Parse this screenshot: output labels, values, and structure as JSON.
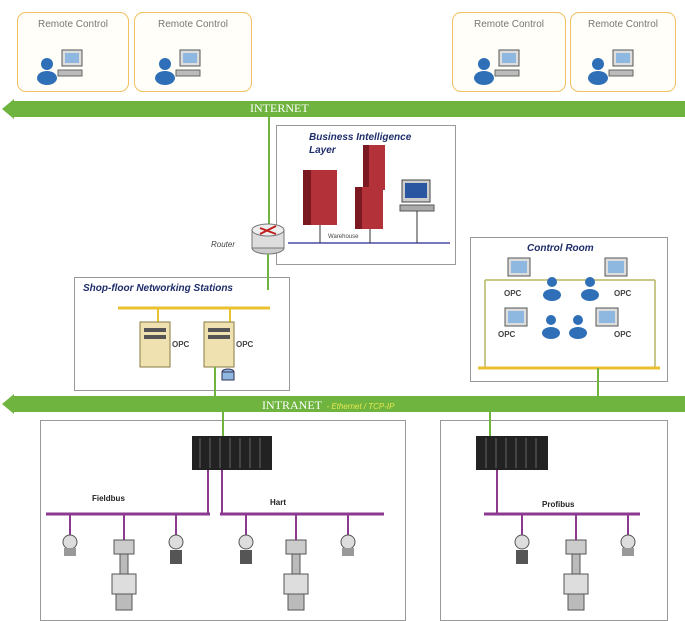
{
  "remote_controls": [
    {
      "label": "Remote Control"
    },
    {
      "label": "Remote Control"
    },
    {
      "label": "Remote Control"
    },
    {
      "label": "Remote Control"
    }
  ],
  "internet_bar": {
    "label": "INTERNET"
  },
  "intranet_bar": {
    "label": "INTRANET",
    "sublabel": "- Ethernet / TCP-IP"
  },
  "business_intelligence": {
    "title_line1": "Business Intelligence",
    "title_line2": "Layer",
    "server_label": "Warehouse"
  },
  "router": {
    "label": "Router"
  },
  "shopfloor": {
    "title": "Shop-floor Networking  Stations",
    "opc_label": "OPC"
  },
  "control_room": {
    "title": "Control Room",
    "opc_label": "OPC"
  },
  "buses": {
    "left1": "Fieldbus",
    "left2": "Hart",
    "right": "Profibus"
  },
  "colors": {
    "green_bar": "#6fb43f",
    "purple_bus": "#8b3a8f",
    "yellow_link": "#e8c030",
    "title_blue": "#1f2d6b",
    "remote_border": "#f0c060"
  }
}
